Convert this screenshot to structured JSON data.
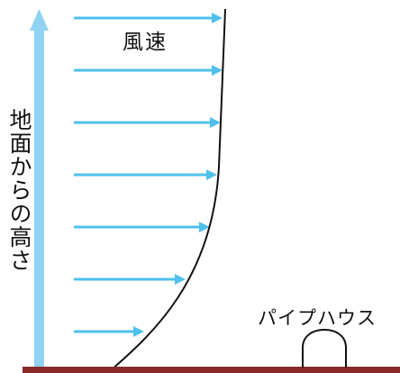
{
  "labels": {
    "wind_speed": "風速",
    "height_above_ground": "地面からの高さ",
    "pipe_house": "パイプハウス"
  },
  "colors": {
    "axis_arrow": "#8fd2f2",
    "wind_arrows": "#4fc0ec",
    "profile_curve": "#111111",
    "ground": "#8a2a2a",
    "house_outline": "#111111"
  },
  "icons": {
    "vertical_axis": "up-arrow",
    "wind": "right-arrow",
    "pipe_house": "dome-outline"
  }
}
